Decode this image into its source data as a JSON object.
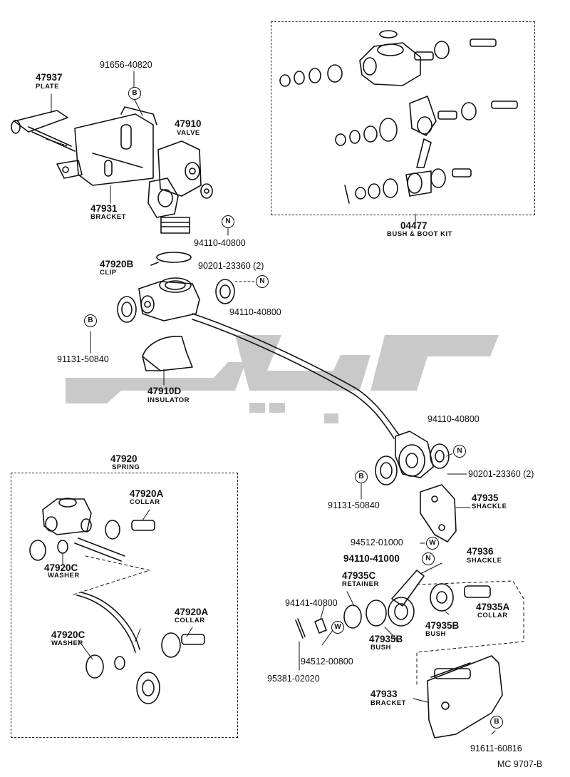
{
  "labels": {
    "p47937": "47937",
    "p47937_sub": "PLATE",
    "p91656": "91656-40820",
    "p47910": "47910",
    "p47910_sub": "VALVE",
    "p47931": "47931",
    "p47931_sub": "BRACKET",
    "p94110_a": "94110-40800",
    "p47920b": "47920B",
    "p47920b_sub": "CLIP",
    "p90201_a": "90201-23360 (2)",
    "p94110_b": "94110-40800",
    "p91131_a": "91131-50840",
    "p47910d": "47910D",
    "p47910d_sub": "INSULATOR",
    "p04477": "04477",
    "p04477_sub": "BUSH & BOOT KIT",
    "p47920": "47920",
    "p47920_sub": "SPRING",
    "p47920a_1": "47920A",
    "p47920a_1_sub": "COLLAR",
    "p47920c_1": "47920C",
    "p47920c_1_sub": "WASHER",
    "p47920a_2": "47920A",
    "p47920a_2_sub": "COLLAR",
    "p47920c_2": "47920C",
    "p47920c_2_sub": "WASHER",
    "p94110_c": "94110-40800",
    "p90201_b": "90201-23360 (2)",
    "p91131_b": "91131-50840",
    "p47935": "47935",
    "p47935_sub": "SHACKLE",
    "p94512_a": "94512-01000",
    "p94110_d": "94110-41000",
    "p47936": "47936",
    "p47936_sub": "SHACKLE",
    "p47935c": "47935C",
    "p47935c_sub": "RETAINER",
    "p94141": "94141-40800",
    "p47935b_1": "47935B",
    "p47935b_1_sub": "BUSH",
    "p47935a": "47935A",
    "p47935a_sub": "COLLAR",
    "p47935b_2": "47935B",
    "p47935b_2_sub": "BUSH",
    "p94512_b": "94512-00800",
    "p95381": "95381-02020",
    "p47933": "47933",
    "p47933_sub": "BRACKET",
    "p91611": "91611-60816",
    "footer": "MC  9707-B"
  },
  "callouts": {
    "b": "B",
    "n": "N",
    "w": "W"
  },
  "colors": {
    "ink": "#111111",
    "watermark": "#c8c8c8"
  }
}
